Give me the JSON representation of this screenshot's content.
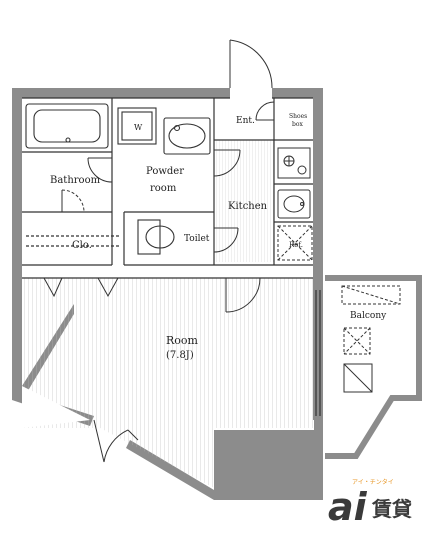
{
  "rooms": {
    "bathroom": "Bathroom",
    "powder_room_line1": "Powder",
    "powder_room_line2": "room",
    "ent": "Ent.",
    "shoes_box_line1": "Shoes",
    "shoes_box_line2": "box",
    "kitchen": "Kitchen",
    "toilet": "Toilet",
    "clo": "Clo.",
    "ref": "Ref.",
    "balcony": "Balcony",
    "room": "Room",
    "room_size": "(7.8J)",
    "washer": "W"
  },
  "logo": {
    "mark": "ai",
    "text": "賃貸",
    "tagline": "アイ・チンタイ"
  },
  "colors": {
    "wall": "#8c8c8c",
    "line": "#333333",
    "logo_accent": "#e89a2d",
    "logo_dark": "#3a3a3a"
  }
}
